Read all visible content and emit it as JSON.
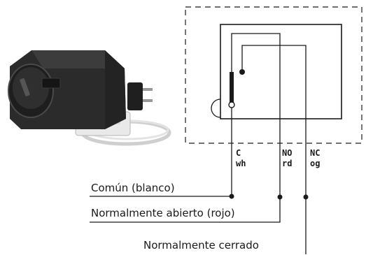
{
  "terminals": [
    {
      "code": "C",
      "color_code": "wh"
    },
    {
      "code": "NO",
      "color_code": "rd"
    },
    {
      "code": "NC",
      "color_code": "og"
    }
  ],
  "wire_labels": {
    "common": "Común (blanco)",
    "normally_open": "Normalmente abierto (rojo)",
    "normally_closed": "Normalmente cerrado"
  },
  "colors": {
    "line": "#1a1a1a",
    "device_body": "#2b2b2b",
    "device_highlight": "#4a4a4a",
    "sensor_cable": "#c9c9c9"
  }
}
